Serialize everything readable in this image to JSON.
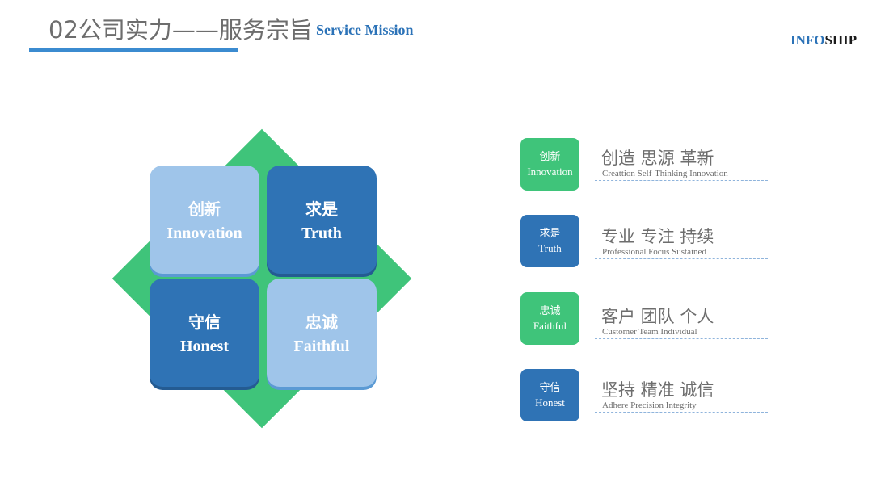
{
  "header": {
    "title": "02公司实力——服务宗旨",
    "subtitle": "Service Mission"
  },
  "logo": {
    "part1": "INFO",
    "part2": "SHIP"
  },
  "colors": {
    "green": "#3fc47a",
    "dark_blue": "#2f73b5",
    "light_blue": "#9fc5ea",
    "accent_blue": "#2c73b8"
  },
  "tiles": [
    {
      "cn": "创新",
      "en": "Innovation",
      "style": "light"
    },
    {
      "cn": "求是",
      "en": "Truth",
      "style": "dark"
    },
    {
      "cn": "守信",
      "en": "Honest",
      "style": "dark"
    },
    {
      "cn": "忠诚",
      "en": "Faithful",
      "style": "light"
    }
  ],
  "items": [
    {
      "badge_cn": "创新",
      "badge_en": "Innovation",
      "title": "创造  思源  革新",
      "subtitle": "Creattion Self-Thinking  Innovation"
    },
    {
      "badge_cn": "求是",
      "badge_en": "Truth",
      "title": "专业  专注  持续",
      "subtitle": "Professional Focus Sustained"
    },
    {
      "badge_cn": "忠诚",
      "badge_en": "Faithful",
      "title": "客户  团队  个人",
      "subtitle": "Customer Team Individual"
    },
    {
      "badge_cn": "守信",
      "badge_en": "Honest",
      "title": "坚持  精准  诚信",
      "subtitle": "Adhere   Precision  Integrity"
    }
  ]
}
